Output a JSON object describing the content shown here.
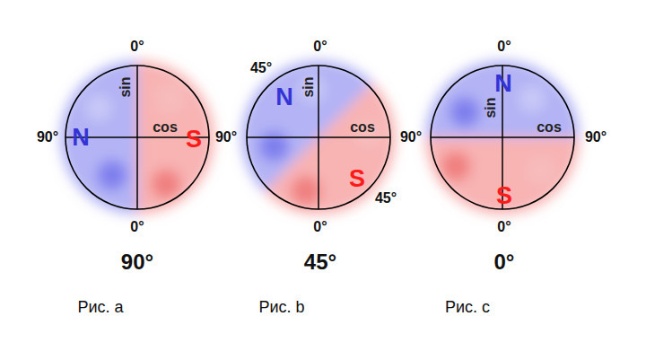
{
  "diagram": {
    "nodes": [
      {
        "text": [
          "N",
          "sin",
          "cos",
          "S"
        ]
      },
      {
        "text": [
          "N",
          "sin",
          "cos",
          "S"
        ]
      },
      {
        "text": [
          "N",
          "sin",
          "cos",
          "S"
        ]
      }
    ],
    "labels": [
      "0°",
      "90°",
      "90°",
      "0°",
      "90°",
      "Рис. a",
      "0°",
      "45°",
      "45°",
      "0°",
      "90°",
      "45°",
      "Рис. b",
      "0°",
      "90°",
      "0°",
      "0°",
      "Рис. c"
    ]
  }
}
